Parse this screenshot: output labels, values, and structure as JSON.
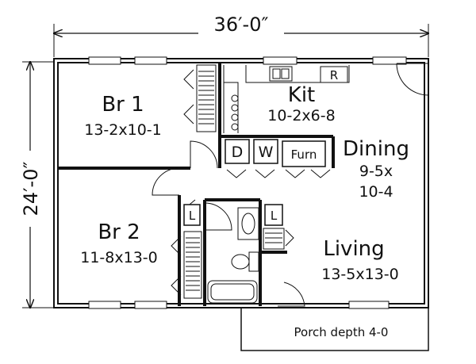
{
  "overall": {
    "width": "36′-0″",
    "depth": "24′-0″"
  },
  "rooms": {
    "br1": {
      "name": "Br 1",
      "dims": "13-2x10-1"
    },
    "br2": {
      "name": "Br 2",
      "dims": "11-8x13-0"
    },
    "kit": {
      "name": "Kit",
      "dims": "10-2x6-8"
    },
    "dining": {
      "name": "Dining",
      "dims_line1": "9-5x",
      "dims_line2": "10-4"
    },
    "living": {
      "name": "Living",
      "dims": "13-5x13-0"
    }
  },
  "fixtures": {
    "dryer": "D",
    "washer": "W",
    "furnace": "Furn",
    "range": "R",
    "linen_left": "L",
    "linen_right": "L"
  },
  "porch": {
    "label": "Porch depth 4-0"
  },
  "colors": {
    "ink": "#111111",
    "paper": "#ffffff"
  }
}
